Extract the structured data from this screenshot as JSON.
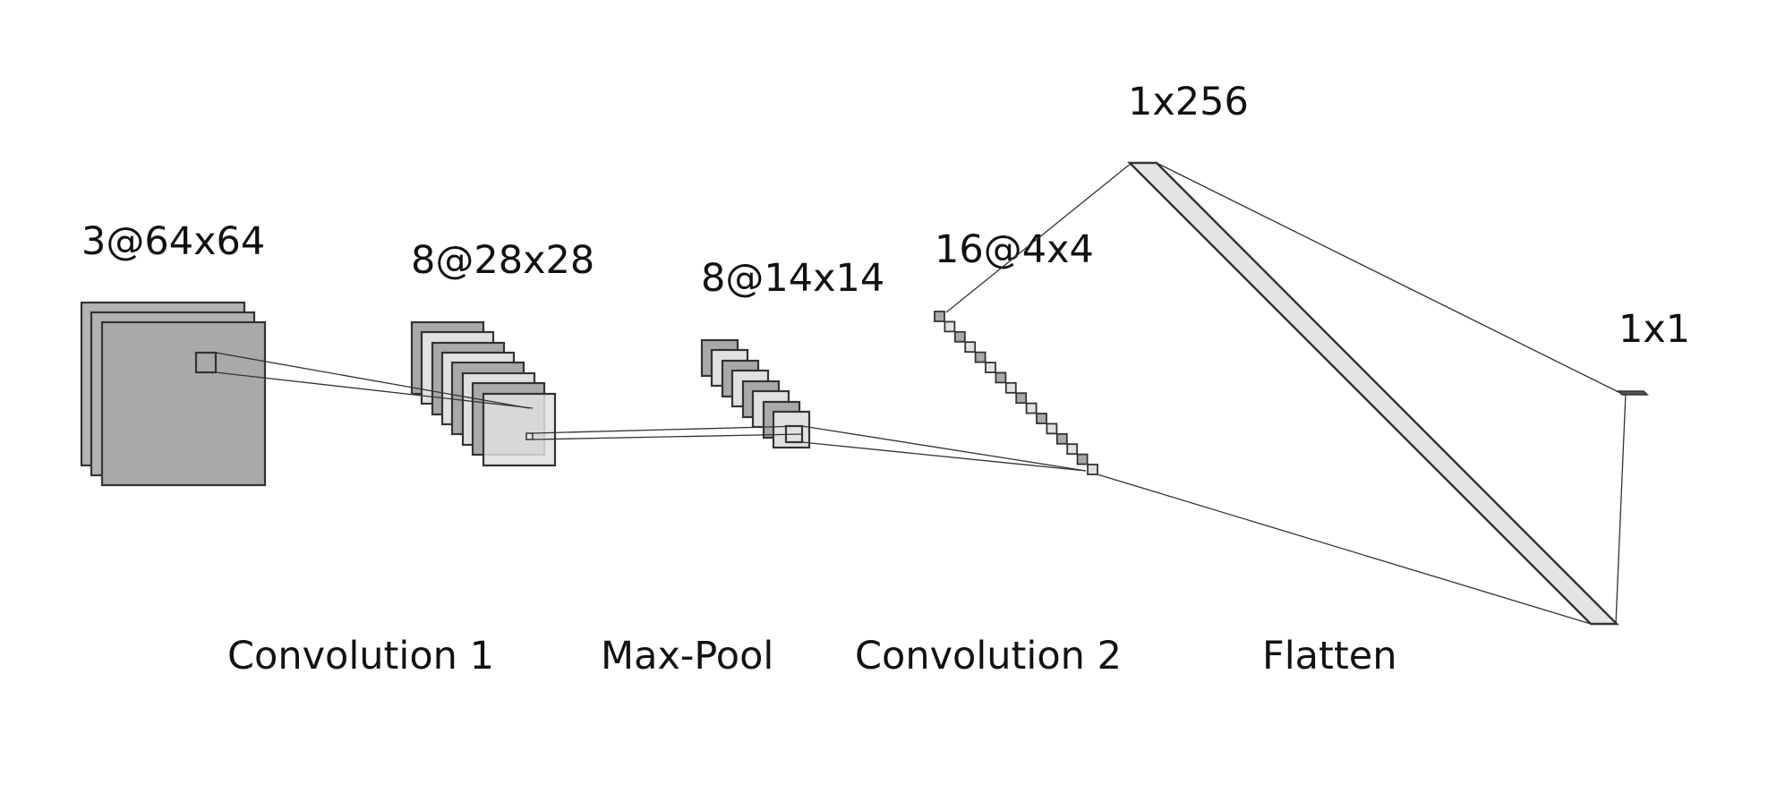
{
  "layers": {
    "input": "3@64x64",
    "conv1": "8@28x28",
    "pool": "8@14x14",
    "conv2": "16@4x4",
    "dense": "1x256",
    "output": "1x1"
  },
  "operations": {
    "op1": "Convolution 1",
    "op2": "Max-Pool",
    "op3": "Convolution 2",
    "op4": "Flatten"
  },
  "colors": {
    "dark_fill": "#a9a9a9",
    "light_fill": "#e4e4e4",
    "stroke": "#333333"
  }
}
